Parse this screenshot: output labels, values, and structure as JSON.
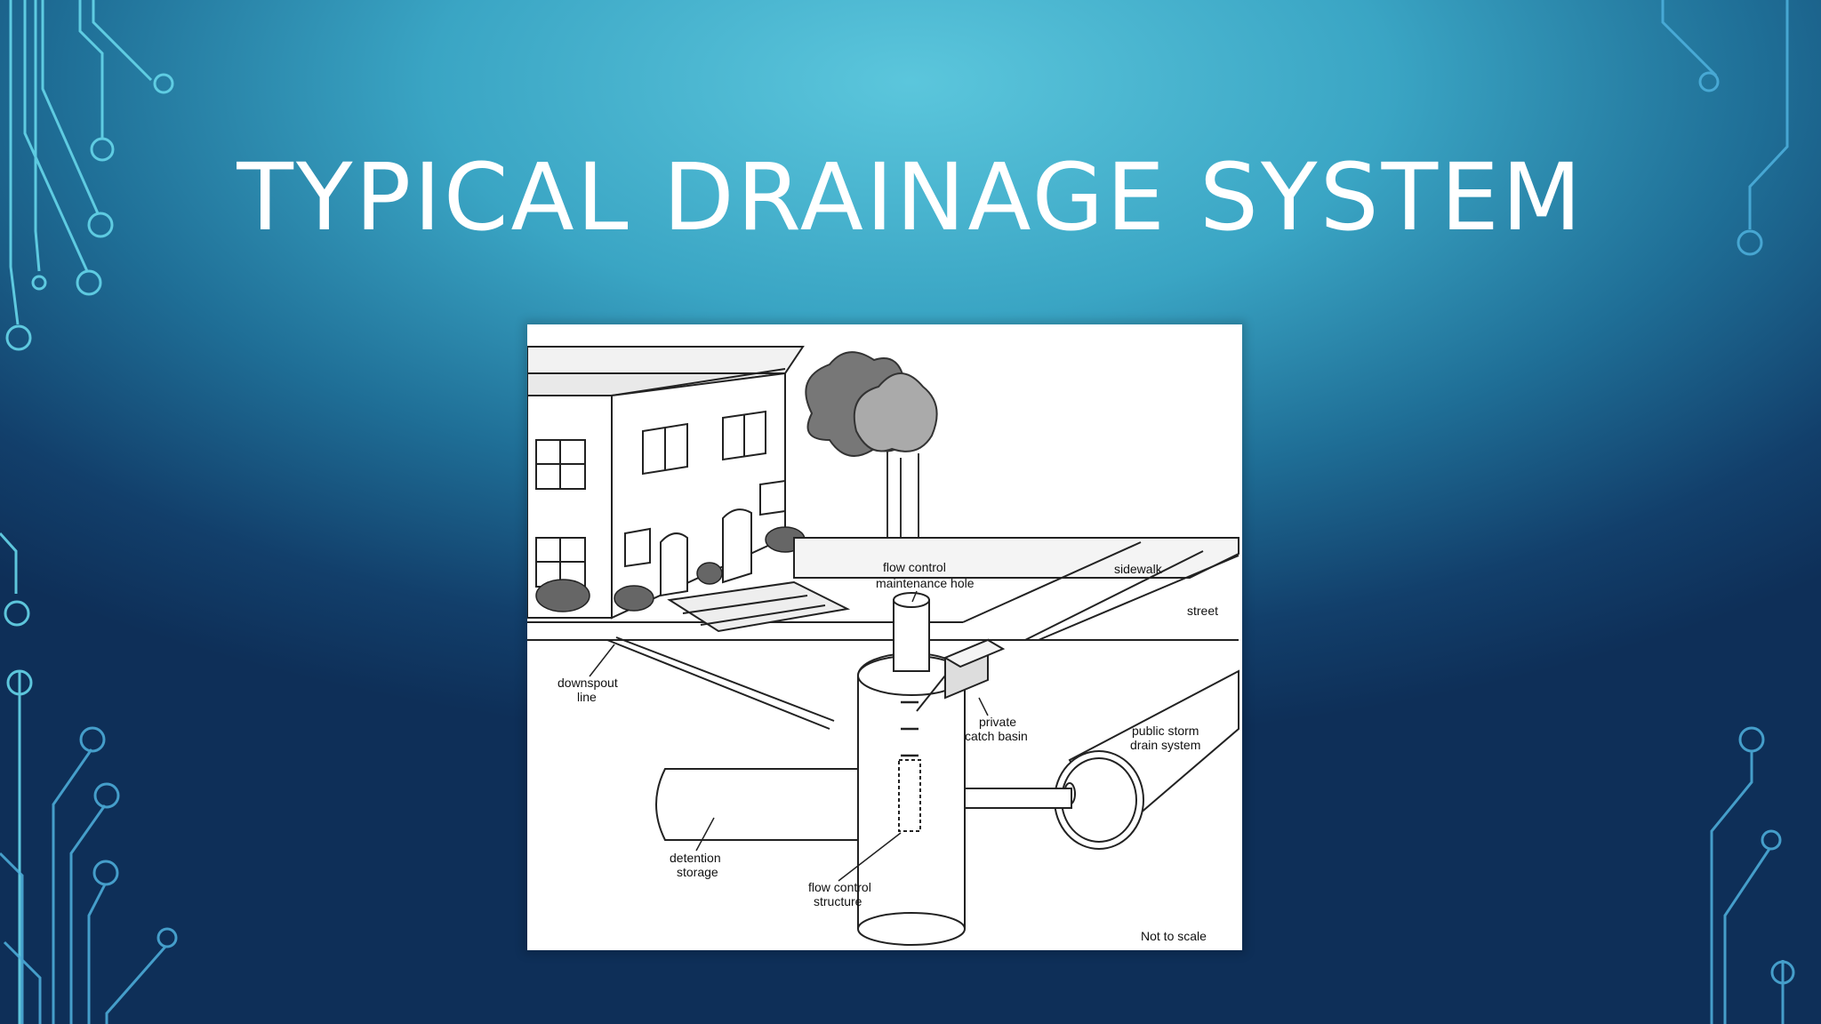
{
  "slide": {
    "title": "TYPICAL DRAINAGE SYSTEM"
  },
  "diagram": {
    "labels": {
      "flow_control_mh_1": "flow control",
      "flow_control_mh_2": "maintenance hole",
      "sidewalk": "sidewalk",
      "street": "street",
      "downspout_1": "downspout",
      "downspout_2": "line",
      "catch_basin_1": "private",
      "catch_basin_2": "catch basin",
      "public_storm_1": "public storm",
      "public_storm_2": "drain system",
      "detention_1": "detention",
      "detention_2": "storage",
      "flow_structure_1": "flow control",
      "flow_structure_2": "structure",
      "not_to_scale": "Not to scale"
    }
  },
  "colors": {
    "title": "#ffffff",
    "circuit_left": "#5fd3e8",
    "circuit_bottom": "#4fb0dc"
  }
}
